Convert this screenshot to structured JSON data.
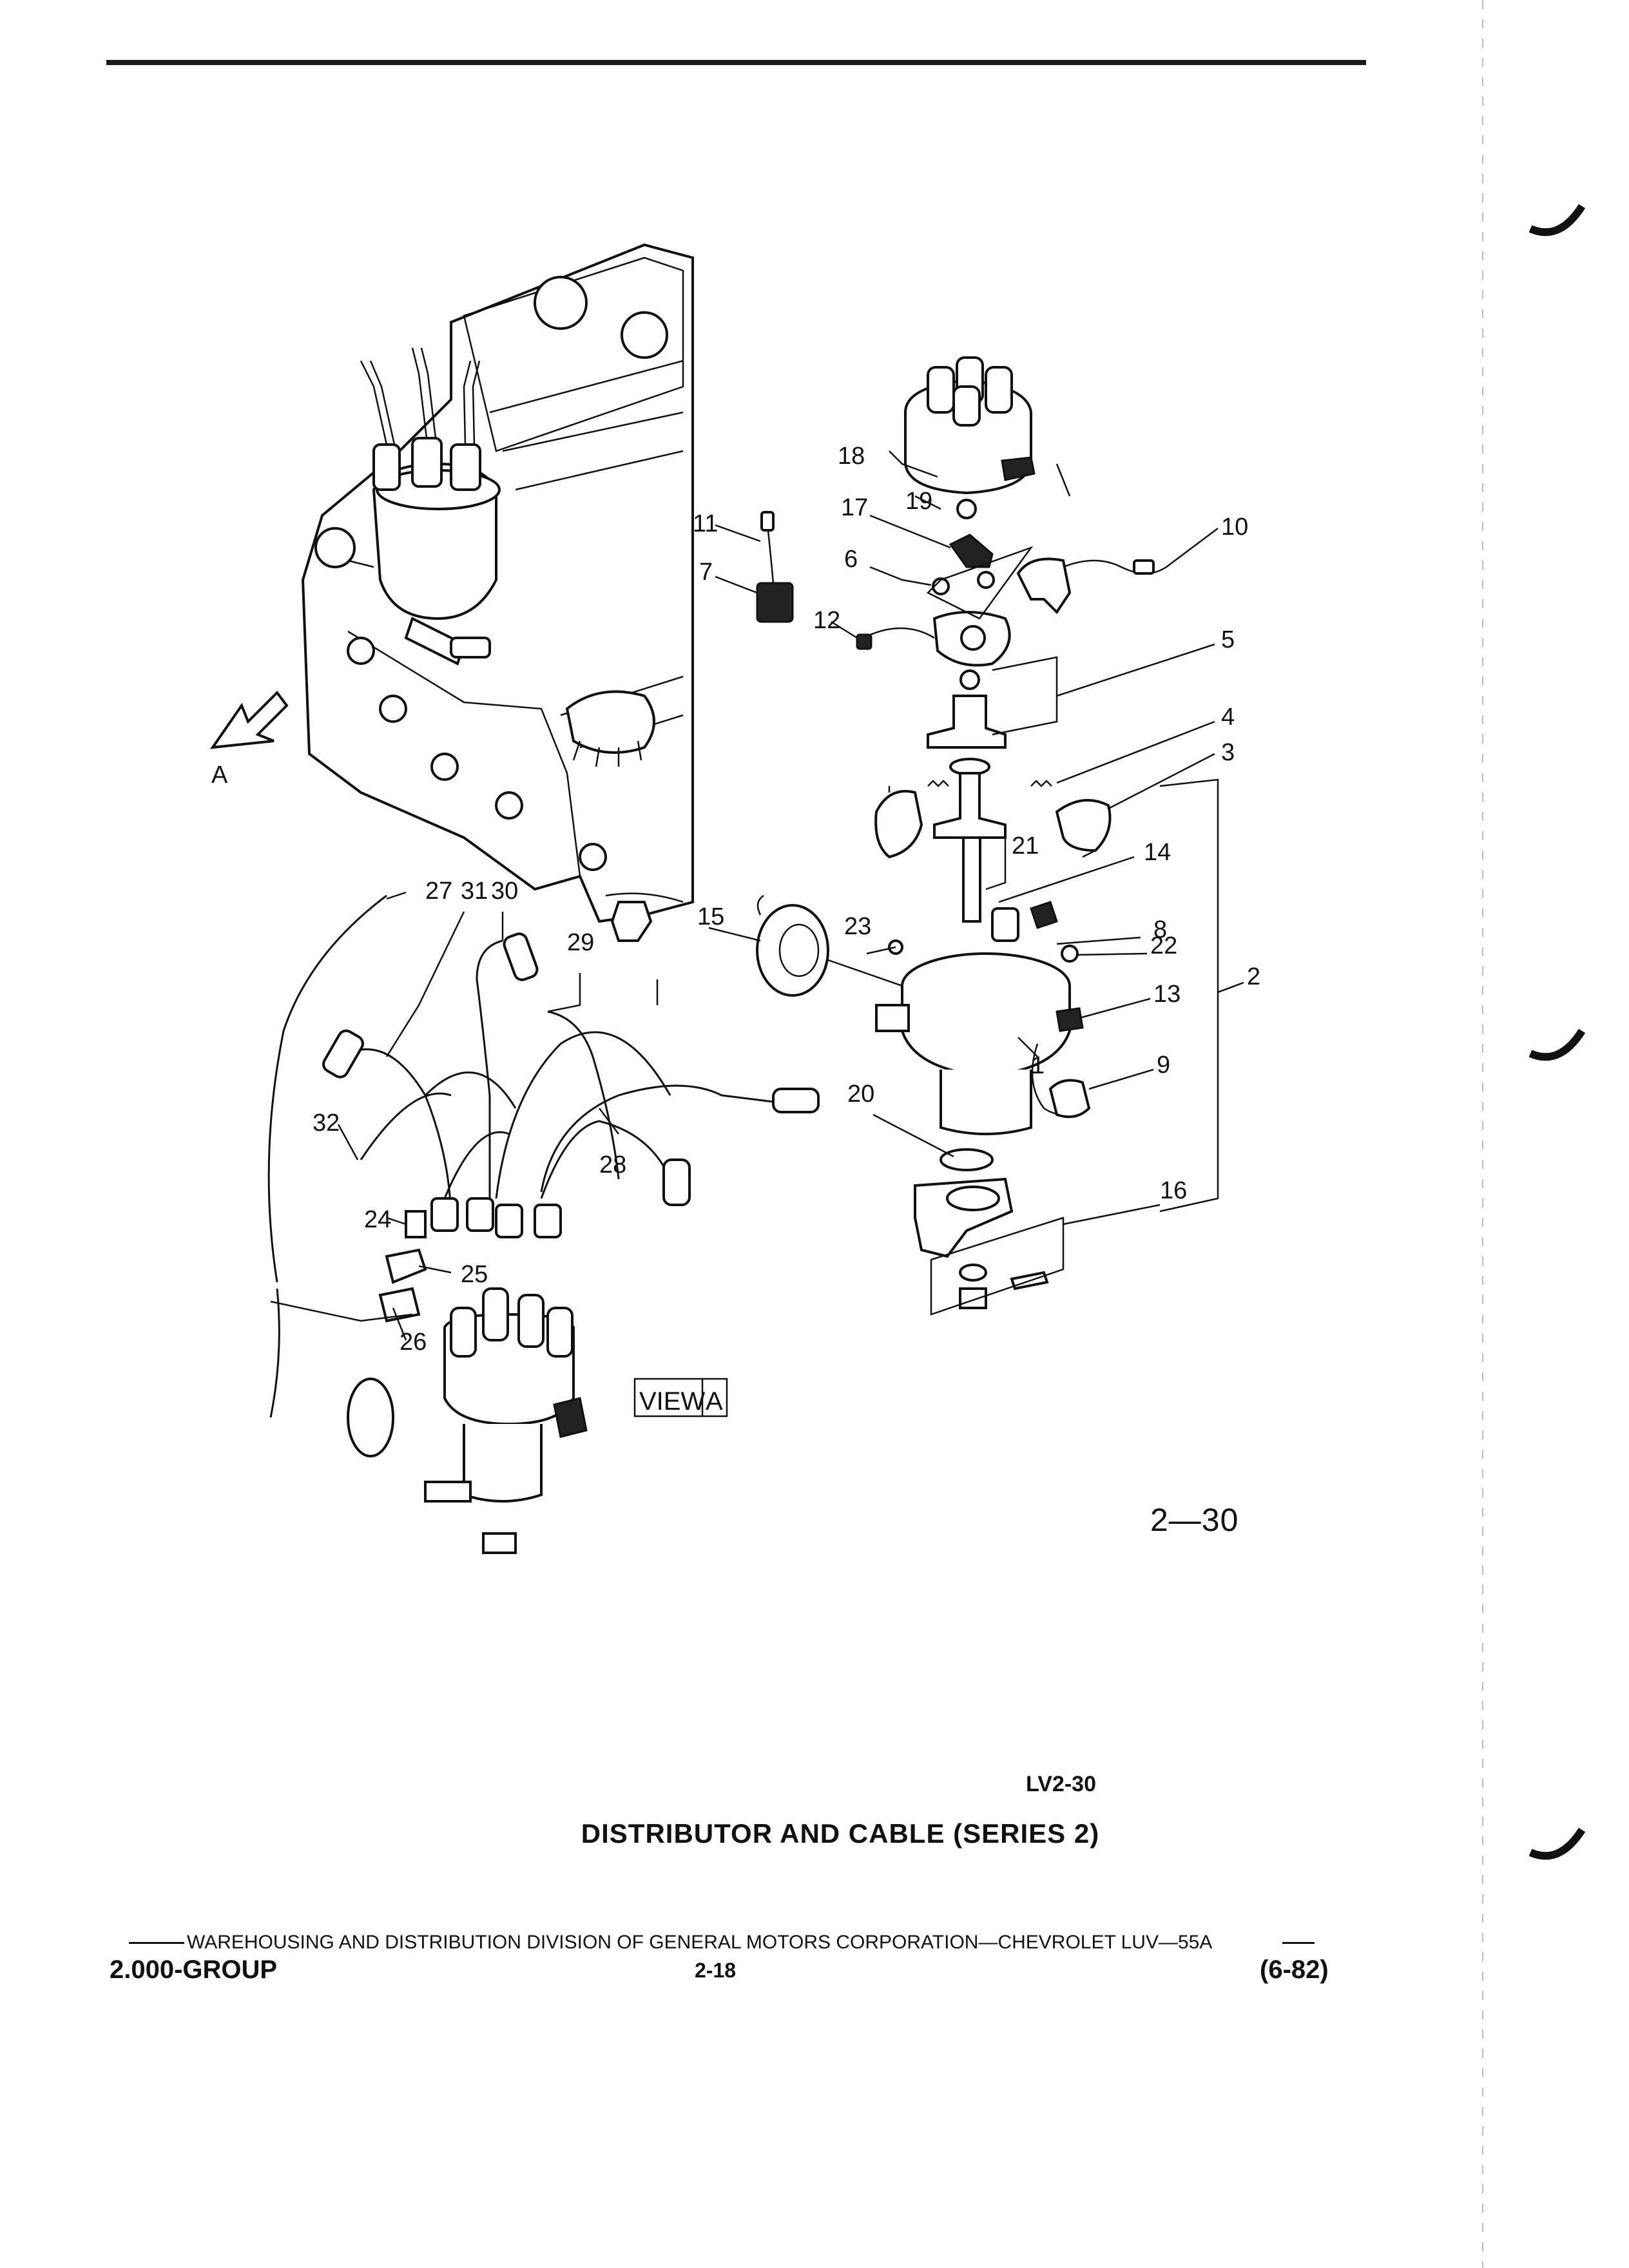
{
  "callouts": {
    "c1": "1",
    "c2": "2",
    "c3": "3",
    "c4": "4",
    "c5": "5",
    "c6": "6",
    "c7": "7",
    "c8": "8",
    "c9": "9",
    "c10": "10",
    "c11": "11",
    "c12": "12",
    "c13": "13",
    "c14": "14",
    "c15": "15",
    "c16": "16",
    "c17": "17",
    "c18": "18",
    "c19": "19",
    "c20": "20",
    "c21": "21",
    "c22": "22",
    "c23": "23",
    "c24": "24",
    "c25": "25",
    "c26": "26",
    "c27": "27",
    "c28": "28",
    "c29": "29",
    "c30": "30",
    "c31": "31",
    "c32": "32"
  },
  "view_arrow_label": "A",
  "view_box_label": "VIEW",
  "view_box_letter": "A",
  "figure_number": "2—30",
  "plate_id": "LV2-30",
  "caption": "DISTRIBUTOR AND CABLE (SERIES 2)",
  "footer": {
    "credit": "WAREHOUSING AND DISTRIBUTION  DIVISION OF GENERAL MOTORS CORPORATION—CHEVROLET LUV—55A",
    "group": "2.000-GROUP",
    "page": "2-18",
    "revision": "(6-82)"
  }
}
